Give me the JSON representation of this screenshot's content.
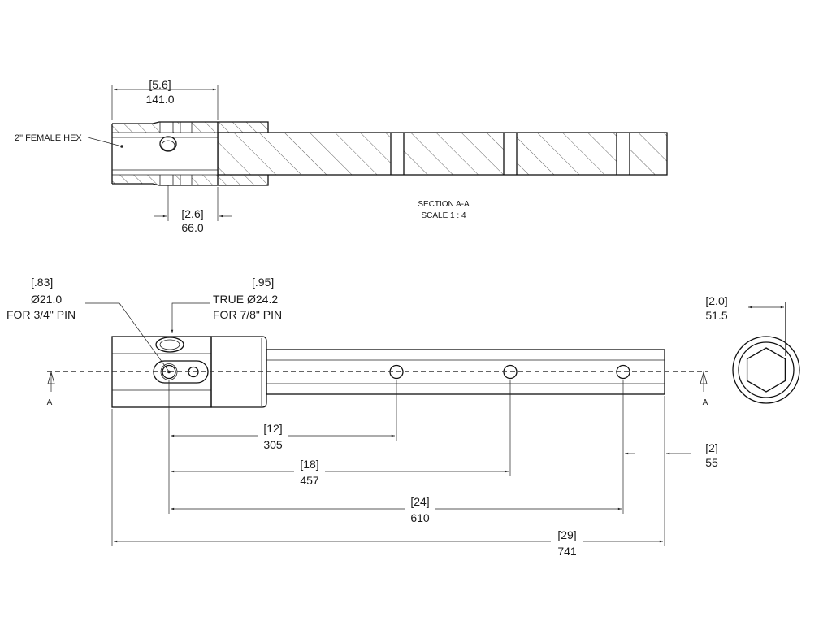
{
  "section_view": {
    "dim_top": {
      "bracket": "[5.6]",
      "value": "141.0"
    },
    "dim_bottom": {
      "bracket": "[2.6]",
      "value": "66.0"
    },
    "callout": "2\" FEMALE HEX",
    "title": "SECTION A-A",
    "scale": "SCALE 1 : 4"
  },
  "main_view": {
    "hole_small": {
      "bracket": "[.83]",
      "diameter": "Ø21.0",
      "note": "FOR 3/4\" PIN"
    },
    "hole_large": {
      "bracket": "[.95]",
      "diameter": "TRUE Ø24.2",
      "note": "FOR 7/8\" PIN"
    },
    "section_label_left": "A",
    "section_label_right": "A",
    "dims": [
      {
        "bracket": "[12]",
        "value": "305"
      },
      {
        "bracket": "[18]",
        "value": "457"
      },
      {
        "bracket": "[24]",
        "value": "610"
      },
      {
        "bracket": "[29]",
        "value": "741"
      },
      {
        "bracket": "[2]",
        "value": "55"
      }
    ]
  },
  "end_view": {
    "dim": {
      "bracket": "[2.0]",
      "value": "51.5"
    }
  }
}
